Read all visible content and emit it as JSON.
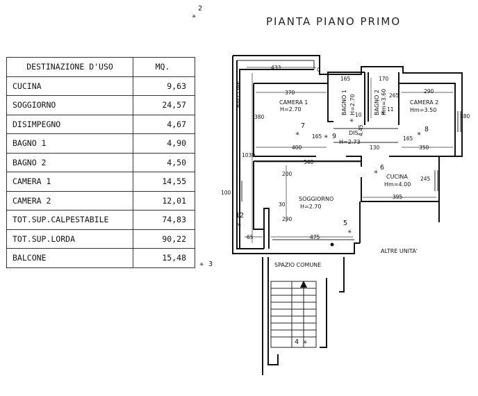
{
  "title": "PIANTA PIANO PRIMO",
  "table": {
    "header": {
      "name": "DESTINAZIONE D'USO",
      "value": "MQ."
    },
    "rows": [
      {
        "name": "CUCINA",
        "value": "9,63"
      },
      {
        "name": "SOGGIORNO",
        "value": "24,57"
      },
      {
        "name": "DISIMPEGNO",
        "value": "4,67"
      },
      {
        "name": "BAGNO 1",
        "value": "4,90"
      },
      {
        "name": "BAGNO 2",
        "value": "4,50"
      },
      {
        "name": "CAMERA 1",
        "value": "14,55"
      },
      {
        "name": "CAMERA 2",
        "value": "12,01"
      },
      {
        "name": "TOT.SUP.CALPESTABILE",
        "value": "74,83"
      },
      {
        "name": "TOT.SUP.LORDA",
        "value": "90,22"
      },
      {
        "name": "BALCONE",
        "value": "15,48"
      }
    ]
  },
  "plan": {
    "rooms": {
      "camera1": {
        "name": "CAMERA 1",
        "height": "H=2.70"
      },
      "bagno1": {
        "name": "BAGNO 1",
        "height": "H=2.70"
      },
      "bagno2": {
        "name": "BAGNO 2",
        "height": "Hm=3.60"
      },
      "camera2": {
        "name": "CAMERA 2",
        "height": "Hm=3.50"
      },
      "dis": {
        "name": "DIS.",
        "height": "H=2.73"
      },
      "cucina": {
        "name": "CUCINA",
        "height": "Hm=4.00"
      },
      "soggiorno": {
        "name": "SOGGIORNO",
        "height": "H=2.70"
      },
      "balcone": {
        "name": "BALCONE"
      },
      "spazio": {
        "name": "SPAZIO COMUNE"
      },
      "altre": {
        "name": "ALTRE UNITA'"
      }
    },
    "dims": {
      "d433": "433",
      "c": "C",
      "d370": "370",
      "d165a": "165",
      "d170": "170",
      "d265": "265",
      "d290a": "290",
      "d380a": "380",
      "d380b": "380",
      "d165b": "165",
      "d400": "400",
      "d130": "130",
      "d165c": "165",
      "d350": "350",
      "d1030": "1030",
      "d540": "540",
      "d200": "200",
      "d245": "245",
      "d395": "395",
      "d100": "100",
      "d30": "30",
      "d290b": "290",
      "d65": "65",
      "d475": "475",
      "d445": "4.45"
    },
    "markers": {
      "m2": "2",
      "m3": "3",
      "m4": "4",
      "m5": "5",
      "m6": "6",
      "m7": "7",
      "m8": "8",
      "m9": "9",
      "m10": "10",
      "m11": "11",
      "m12": "12"
    }
  }
}
